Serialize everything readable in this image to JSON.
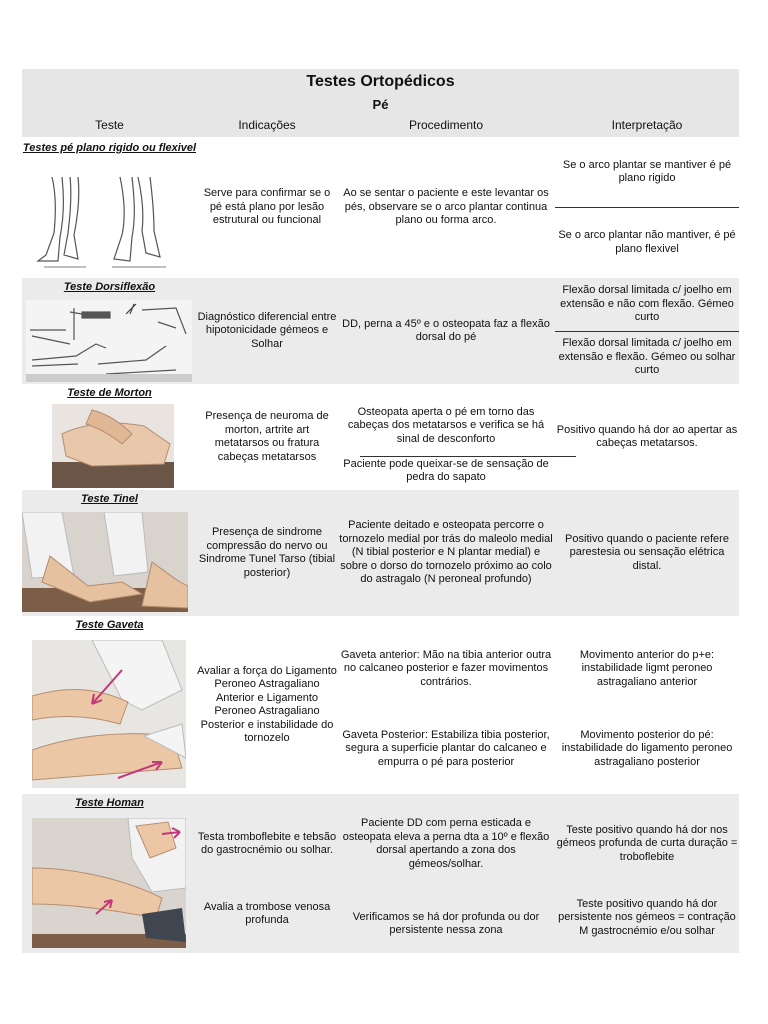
{
  "header": {
    "title": "Testes Ortopédicos",
    "subtitle": "Pé",
    "columns": [
      "Teste",
      "Indicações",
      "Procedimento",
      "Interpretação"
    ]
  },
  "rows": [
    {
      "name": "Testes pé plano rigido ou flexivel",
      "indication": "Serve para confirmar se o pé está plano por lesão estrutural ou funcional",
      "procedure": [
        "Ao se sentar o paciente e este levantar os pés, observare se o arco plantar continua plano ou forma arco."
      ],
      "interpretation": [
        "Se o arco plantar se mantiver é pé plano rigido",
        "Se o arco plantar não mantiver, é pé plano flexivel"
      ]
    },
    {
      "name": "Teste Dorsiflexão",
      "indication": "Diagnóstico diferencial entre hipotonicidade gémeos e Solhar",
      "procedure": [
        "DD, perna a 45º e o osteopata faz a flexão dorsal do pé"
      ],
      "interpretation": [
        "Flexão dorsal limitada c/ joelho em extensão e não com flexão. Gémeo curto",
        "Flexão dorsal limitada c/ joelho em extensão e flexão. Gémeo ou solhar curto"
      ]
    },
    {
      "name": "Teste de Morton",
      "indication": "Presença de neuroma de morton, artrite art metatarsos ou fratura cabeças metatarsos",
      "procedure": [
        "Osteopata aperta o pé em torno das cabeças dos metatarsos e verifica se há sinal de desconforto",
        "Paciente pode queixar-se de sensação de pedra do sapato"
      ],
      "interpretation": [
        "Positivo quando há dor ao apertar as cabeças metatarsos."
      ]
    },
    {
      "name": "Teste Tinel",
      "indication": "Presença de sindrome compressão do nervo ou Sindrome Tunel Tarso (tibial posterior)",
      "procedure": [
        "Paciente deitado e osteopata percorre o tornozelo medial por trás do maleolo medial (N tibial posterior e N plantar medial) e sobre o dorso do tornozelo próximo ao colo do astragalo (N peroneal profundo)"
      ],
      "interpretation": [
        "Positivo quando o paciente refere parestesia ou sensação elétrica distal."
      ]
    },
    {
      "name": "Teste Gaveta",
      "indication": "Avaliar a força do Ligamento Peroneo Astragaliano Anterior e Ligamento Peroneo Astragaliano Posterior e instabilidade do tornozelo",
      "procedure": [
        "Gaveta anterior: Mão na tibia anterior outra no calcaneo posterior e fazer movimentos contrários.",
        "Gaveta Posterior: Estabiliza tibia posterior, segura a superficie plantar do calcaneo e empurra o pé para posterior"
      ],
      "interpretation": [
        "Movimento anterior do p+e: instabilidade ligmt peroneo astragaliano anterior",
        "Movimento posterior do pé: instabilidade do ligamento peroneo astragaliano posterior"
      ]
    },
    {
      "name": "Teste Homan",
      "indication": [
        "Testa tromboflebite e tebsão do gastrocnémio ou solhar.",
        "Avalia a trombose venosa profunda"
      ],
      "procedure": [
        "Paciente DD com perna esticada e osteopata eleva a perna dta a 10º e flexão dorsal apertando a zona dos gémeos/solhar.",
        "Verificamos se há dor profunda ou dor persistente nessa zona"
      ],
      "interpretation": [
        "Teste positivo quando há dor nos gémeos profunda de curta duração = troboflebite",
        "Teste positivo quando há dor persistente nos gémeos = contração M gastrocnémio e/ou solhar"
      ]
    }
  ],
  "colors": {
    "header_bg": "#e6e6e6",
    "band_bg": "#ebebeb",
    "arrow": "#c2387a"
  }
}
